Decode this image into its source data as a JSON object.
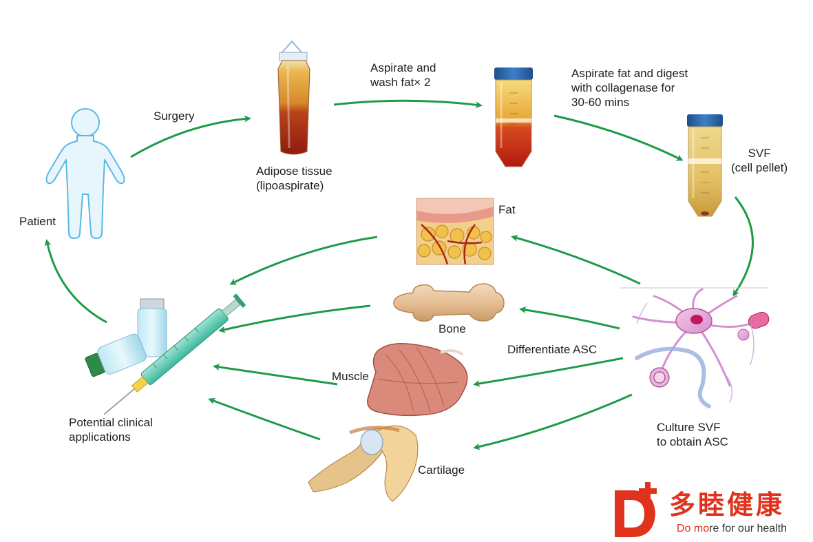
{
  "labels": {
    "surgery": "Surgery",
    "adipose_tissue": [
      "Adipose tissue",
      "(lipoaspirate)"
    ],
    "aspirate_wash": [
      "Aspirate and",
      "wash fat× 2"
    ],
    "aspirate_digest": [
      "Aspirate fat and digest",
      "with collagenase for",
      "30-60 mins"
    ],
    "svf": [
      "SVF",
      "(cell pellet)"
    ],
    "patient": "Patient",
    "fat": "Fat",
    "bone": "Bone",
    "differentiate": "Differentiate ASC",
    "muscle": "Muscle",
    "cartilage": "Cartilage",
    "culture": [
      "Culture SVF",
      "to obtain ASC"
    ],
    "clinical": [
      "Potential clinical",
      "applications"
    ]
  },
  "brand": {
    "logo_letter": "D",
    "logo_plus": "+",
    "name_cn": "多睦健康",
    "slogan_prefix": "Do mo",
    "slogan_rest": "re for our health"
  },
  "colors": {
    "arrow": "#1f9a48",
    "brand_red": "#e0321c",
    "brand_dark": "#333333",
    "body_outline": "#5bb8e6",
    "body_fill": "#e7f6fd"
  }
}
